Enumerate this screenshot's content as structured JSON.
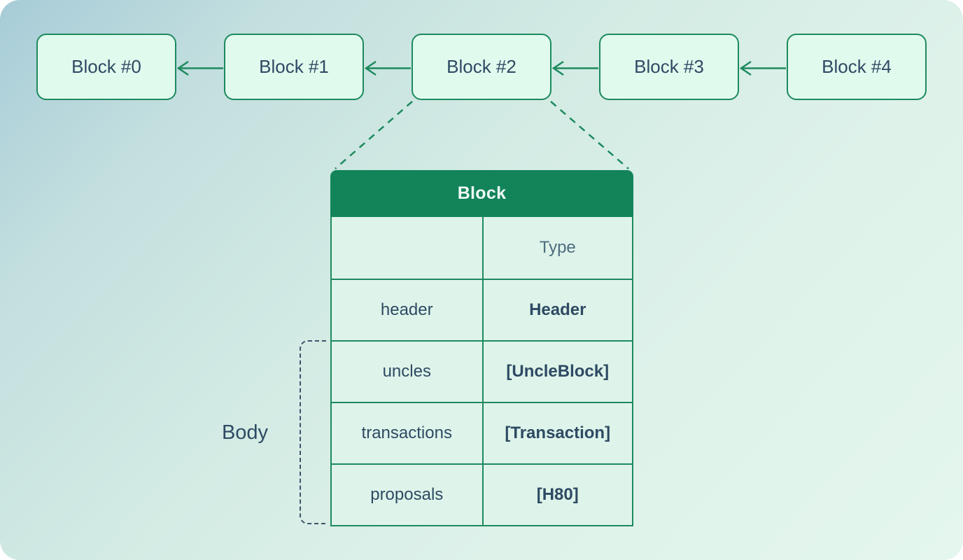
{
  "chain": {
    "blocks": [
      {
        "label": "Block #0"
      },
      {
        "label": "Block #1"
      },
      {
        "label": "Block #2"
      },
      {
        "label": "Block #3"
      },
      {
        "label": "Block #4"
      }
    ]
  },
  "block_detail": {
    "header": "Block",
    "columns": [
      "",
      "Type"
    ],
    "rows": [
      {
        "field": "header",
        "type": "Header"
      },
      {
        "field": "uncles",
        "type": "[UncleBlock]"
      },
      {
        "field": "transactions",
        "type": "[Transaction]"
      },
      {
        "field": "proposals",
        "type": "[H80]"
      }
    ]
  },
  "annotations": {
    "body_label": "Body"
  },
  "colors": {
    "accent_green": "#1d8a5e",
    "header_green": "#13845a",
    "node_fill": "#e1faee",
    "cell_fill": "#def4ea",
    "text_dark": "#2e4a63",
    "text_muted": "#4f6d80",
    "bracket_slate": "#3a556b",
    "bg_gradient_start": "#a7ccd8",
    "bg_gradient_end": "#e4f6ee"
  }
}
